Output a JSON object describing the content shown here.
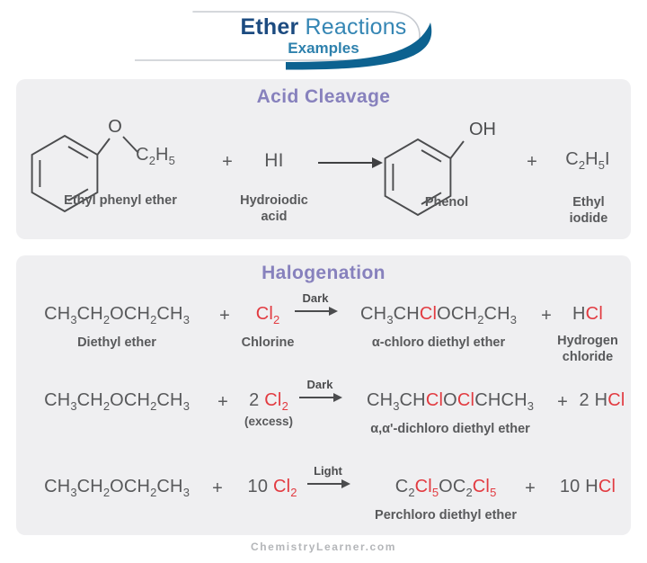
{
  "header": {
    "title_bold": "Ether",
    "title_rest": "Reactions",
    "subtitle": "Examples"
  },
  "symbols": {
    "plus": "+"
  },
  "icons": {
    "reaction_arrow": "→",
    "banner_swoosh": "curved-ribbon-shape"
  },
  "colors": {
    "accent_red": "#e23b41",
    "heading_purple": "#8781bd",
    "brand_navy": "#1c4b80",
    "brand_blue": "#3586b4",
    "swoosh_blue": "#0d6290",
    "panel_bg": "#efeff1",
    "text_gray": "#58595b",
    "footer_gray": "#b4b6b9"
  },
  "acid_cleavage": {
    "title": "Acid Cleavage",
    "o_atom": "O",
    "ethyl": [
      [
        "C"
      ],
      [
        "2",
        "s"
      ],
      [
        "H"
      ],
      [
        "5",
        "s"
      ]
    ],
    "reactant1_label": "Ethyl phenyl ether",
    "hi": [
      [
        "HI"
      ]
    ],
    "reactant2_label": "Hydroiodic acid",
    "oh": "OH",
    "product1_label": "Phenol",
    "ethyl_iodide": [
      [
        "C"
      ],
      [
        "2",
        "s"
      ],
      [
        "H"
      ],
      [
        "5",
        "s"
      ],
      [
        "I"
      ]
    ],
    "product2_label": "Ethyl iodide"
  },
  "halogenation": {
    "title": "Halogenation",
    "rows": [
      {
        "reactant": [
          [
            "CH"
          ],
          [
            "3",
            "s"
          ],
          [
            "CH"
          ],
          [
            "2",
            "s"
          ],
          [
            "OCH"
          ],
          [
            "2",
            "s"
          ],
          [
            "CH"
          ],
          [
            "3",
            "s"
          ]
        ],
        "reactant_label": "Diethyl ether",
        "reagent": [
          [
            "Cl",
            "r"
          ],
          [
            "2",
            "rs"
          ]
        ],
        "reagent_label": "Chlorine",
        "condition": "Dark",
        "product": [
          [
            "CH"
          ],
          [
            "3",
            "s"
          ],
          [
            "CH"
          ],
          [
            "Cl",
            "r"
          ],
          [
            "OCH"
          ],
          [
            "2",
            "s"
          ],
          [
            "CH"
          ],
          [
            "3",
            "s"
          ]
        ],
        "product_label": "α-chloro diethyl ether",
        "byproduct": [
          [
            "H"
          ],
          [
            "Cl",
            "r"
          ]
        ],
        "byproduct_label": "Hydrogen chloride"
      },
      {
        "reactant": [
          [
            "CH"
          ],
          [
            "3",
            "s"
          ],
          [
            "CH"
          ],
          [
            "2",
            "s"
          ],
          [
            "OCH"
          ],
          [
            "2",
            "s"
          ],
          [
            "CH"
          ],
          [
            "3",
            "s"
          ]
        ],
        "reactant_label": "",
        "reagent": [
          [
            "2 "
          ],
          [
            "Cl",
            "r"
          ],
          [
            "2",
            "rs"
          ]
        ],
        "reagent_sublabel": "(excess)",
        "condition": "Dark",
        "product": [
          [
            "CH"
          ],
          [
            "3",
            "s"
          ],
          [
            "CH"
          ],
          [
            "Cl",
            "r"
          ],
          [
            "O"
          ],
          [
            "Cl",
            "r"
          ],
          [
            "CHCH"
          ],
          [
            "3",
            "s"
          ]
        ],
        "product_label": "α,α'-dichloro diethyl ether",
        "byproduct": [
          [
            "2 H"
          ],
          [
            "Cl",
            "r"
          ]
        ]
      },
      {
        "reactant": [
          [
            "CH"
          ],
          [
            "3",
            "s"
          ],
          [
            "CH"
          ],
          [
            "2",
            "s"
          ],
          [
            "OCH"
          ],
          [
            "2",
            "s"
          ],
          [
            "CH"
          ],
          [
            "3",
            "s"
          ]
        ],
        "reactant_label": "",
        "reagent": [
          [
            "10 "
          ],
          [
            "Cl",
            "r"
          ],
          [
            "2",
            "rs"
          ]
        ],
        "condition": "Light",
        "product": [
          [
            "C"
          ],
          [
            "2",
            "s"
          ],
          [
            "Cl",
            "r"
          ],
          [
            "5",
            "rs"
          ],
          [
            "OC"
          ],
          [
            "2",
            "s"
          ],
          [
            "Cl",
            "r"
          ],
          [
            "5",
            "rs"
          ]
        ],
        "product_label": "Perchloro diethyl ether",
        "byproduct": [
          [
            "10 H"
          ],
          [
            "Cl",
            "r"
          ]
        ]
      }
    ]
  },
  "footer": {
    "site": "ChemistryLearner.com"
  }
}
